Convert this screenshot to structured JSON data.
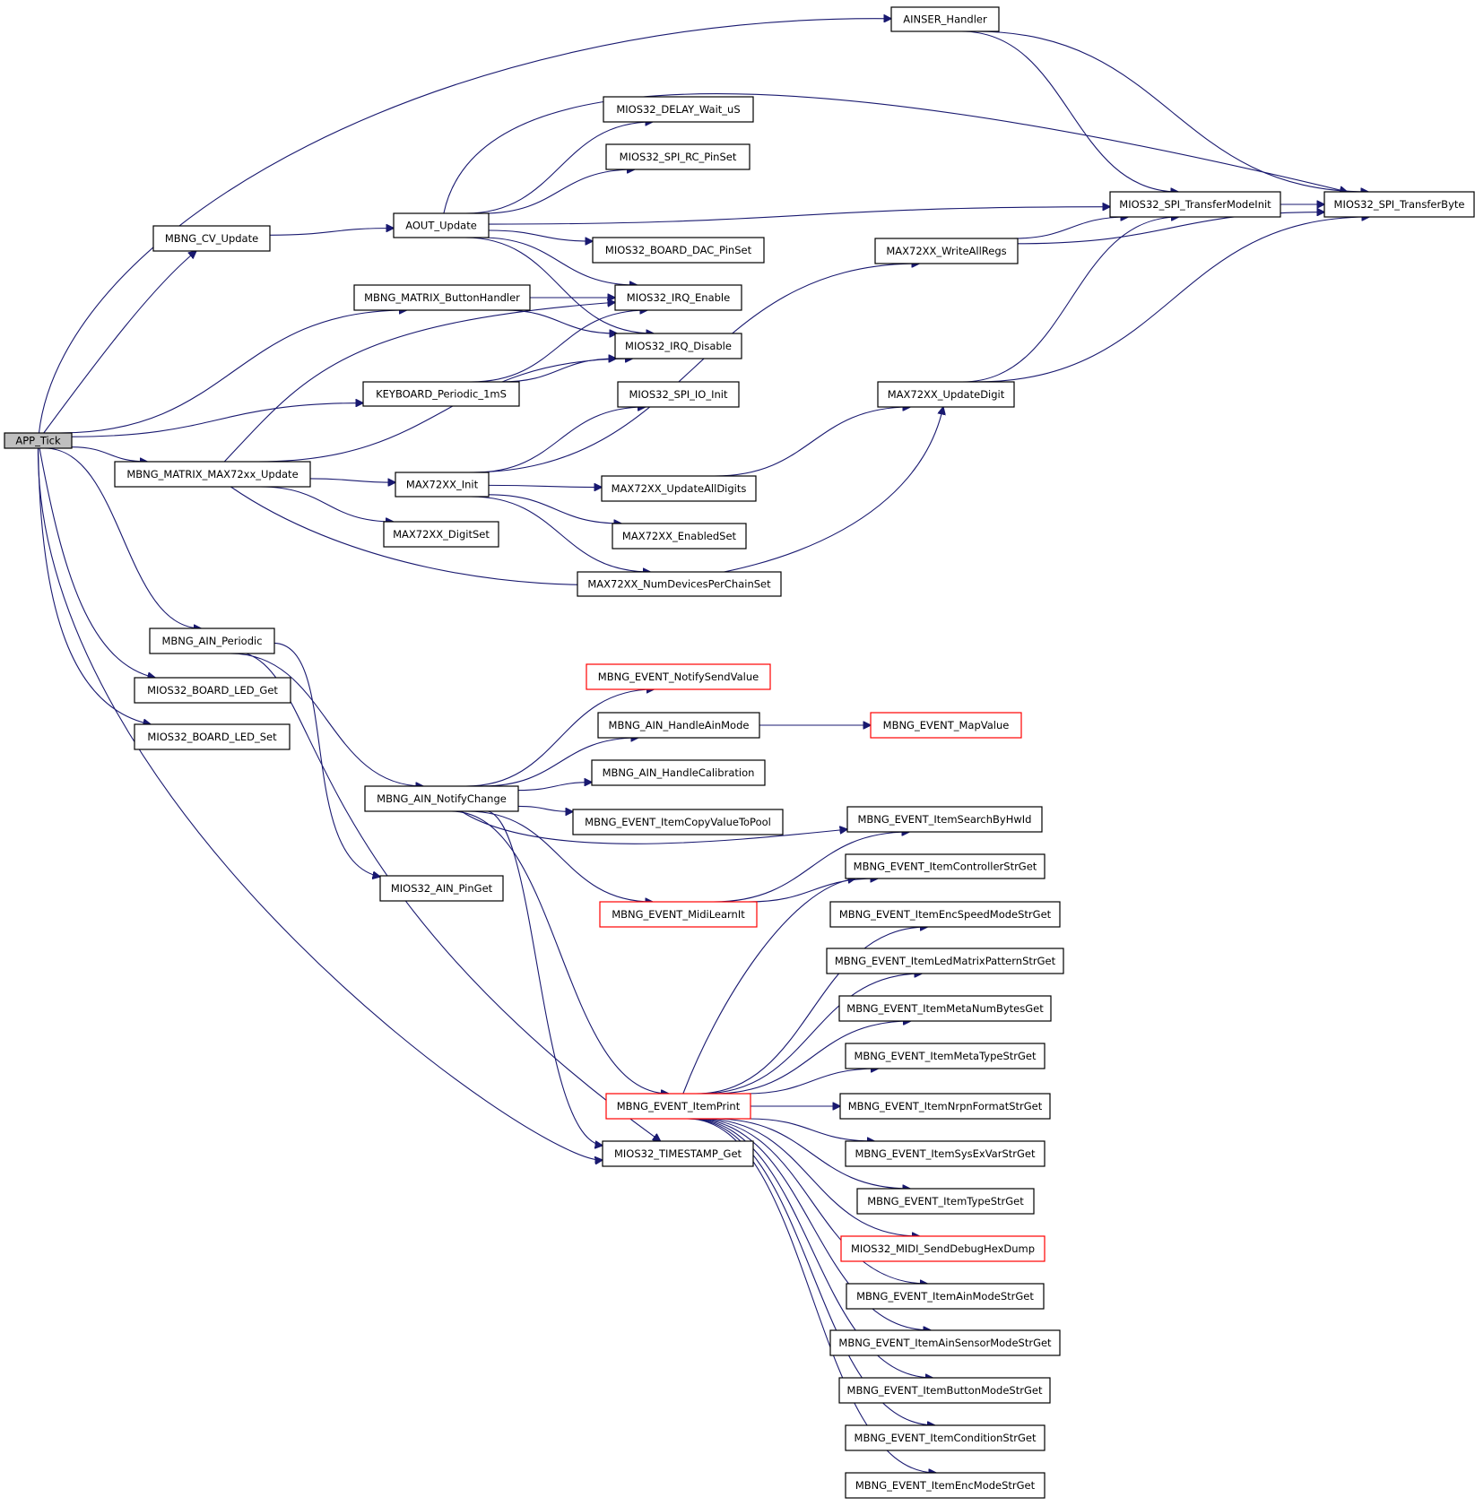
{
  "graph": {
    "root": "APP_Tick",
    "colors": {
      "edge": "#191970",
      "node_border": "#000000",
      "node_fill": "#ffffff",
      "root_fill": "#bfbfbf",
      "truncated_border": "#ff0000"
    },
    "nodes": [
      {
        "id": "app_tick",
        "label": "APP_Tick",
        "style": "root"
      },
      {
        "id": "ainser_handler",
        "label": "AINSER_Handler"
      },
      {
        "id": "mbng_cv_update",
        "label": "MBNG_CV_Update"
      },
      {
        "id": "aout_update",
        "label": "AOUT_Update"
      },
      {
        "id": "mios32_delay_wait_us",
        "label": "MIOS32_DELAY_Wait_uS"
      },
      {
        "id": "mios32_spi_rc_pinset",
        "label": "MIOS32_SPI_RC_PinSet"
      },
      {
        "id": "mios32_spi_transfermodeinit",
        "label": "MIOS32_SPI_TransferModeInit"
      },
      {
        "id": "mios32_spi_transferbyte",
        "label": "MIOS32_SPI_TransferByte"
      },
      {
        "id": "mios32_board_dac_pinset",
        "label": "MIOS32_BOARD_DAC_PinSet"
      },
      {
        "id": "max72xx_writeallregs",
        "label": "MAX72XX_WriteAllRegs"
      },
      {
        "id": "mbng_matrix_buttonhandler",
        "label": "MBNG_MATRIX_ButtonHandler"
      },
      {
        "id": "mios32_irq_enable",
        "label": "MIOS32_IRQ_Enable"
      },
      {
        "id": "mios32_irq_disable",
        "label": "MIOS32_IRQ_Disable"
      },
      {
        "id": "keyboard_periodic_1ms",
        "label": "KEYBOARD_Periodic_1mS"
      },
      {
        "id": "max72xx_updatedigit",
        "label": "MAX72XX_UpdateDigit"
      },
      {
        "id": "mios32_spi_io_init",
        "label": "MIOS32_SPI_IO_Init"
      },
      {
        "id": "mbng_matrix_max72xx_update",
        "label": "MBNG_MATRIX_MAX72xx_Update"
      },
      {
        "id": "max72xx_init",
        "label": "MAX72XX_Init"
      },
      {
        "id": "max72xx_updatealldigits",
        "label": "MAX72XX_UpdateAllDigits"
      },
      {
        "id": "max72xx_digitset",
        "label": "MAX72XX_DigitSet"
      },
      {
        "id": "max72xx_enabledset",
        "label": "MAX72XX_EnabledSet"
      },
      {
        "id": "max72xx_numdevicesperchainset",
        "label": "MAX72XX_NumDevicesPerChainSet"
      },
      {
        "id": "mbng_ain_periodic",
        "label": "MBNG_AIN_Periodic"
      },
      {
        "id": "mios32_board_led_get",
        "label": "MIOS32_BOARD_LED_Get"
      },
      {
        "id": "mios32_board_led_set",
        "label": "MIOS32_BOARD_LED_Set"
      },
      {
        "id": "mbng_event_notifysendvalue",
        "label": "MBNG_EVENT_NotifySendValue",
        "style": "truncated"
      },
      {
        "id": "mbng_ain_handleainmode",
        "label": "MBNG_AIN_HandleAinMode"
      },
      {
        "id": "mbng_event_mapvalue",
        "label": "MBNG_EVENT_MapValue",
        "style": "truncated"
      },
      {
        "id": "mbng_ain_handlecalibration",
        "label": "MBNG_AIN_HandleCalibration"
      },
      {
        "id": "mbng_ain_notifychange",
        "label": "MBNG_AIN_NotifyChange"
      },
      {
        "id": "mbng_event_itemcopyvaluetopool",
        "label": "MBNG_EVENT_ItemCopyValueToPool"
      },
      {
        "id": "mbng_event_itemsearchbyhwid",
        "label": "MBNG_EVENT_ItemSearchByHwId"
      },
      {
        "id": "mios32_ain_pinget",
        "label": "MIOS32_AIN_PinGet"
      },
      {
        "id": "mbng_event_itemcontrollerstrget",
        "label": "MBNG_EVENT_ItemControllerStrGet"
      },
      {
        "id": "mbng_event_midilearnit",
        "label": "MBNG_EVENT_MidiLearnIt",
        "style": "truncated"
      },
      {
        "id": "mbng_event_itemencspeedmodestrget",
        "label": "MBNG_EVENT_ItemEncSpeedModeStrGet"
      },
      {
        "id": "mbng_event_itemledmatrixpatternstrget",
        "label": "MBNG_EVENT_ItemLedMatrixPatternStrGet"
      },
      {
        "id": "mbng_event_itemmetanumbytesget",
        "label": "MBNG_EVENT_ItemMetaNumBytesGet"
      },
      {
        "id": "mbng_event_itemmetatypestrget",
        "label": "MBNG_EVENT_ItemMetaTypeStrGet"
      },
      {
        "id": "mbng_event_itemprint",
        "label": "MBNG_EVENT_ItemPrint",
        "style": "truncated"
      },
      {
        "id": "mbng_event_itemnrpnformatstrget",
        "label": "MBNG_EVENT_ItemNrpnFormatStrGet"
      },
      {
        "id": "mios32_timestamp_get",
        "label": "MIOS32_TIMESTAMP_Get"
      },
      {
        "id": "mbng_event_itemsysexvarstrget",
        "label": "MBNG_EVENT_ItemSysExVarStrGet"
      },
      {
        "id": "mbng_event_itemtypestrget",
        "label": "MBNG_EVENT_ItemTypeStrGet"
      },
      {
        "id": "mios32_midi_senddebughexdump",
        "label": "MIOS32_MIDI_SendDebugHexDump",
        "style": "truncated"
      },
      {
        "id": "mbng_event_itemainmodestrget",
        "label": "MBNG_EVENT_ItemAinModeStrGet"
      },
      {
        "id": "mbng_event_itemainsensormodestrget",
        "label": "MBNG_EVENT_ItemAinSensorModeStrGet"
      },
      {
        "id": "mbng_event_itembuttonmodestrget",
        "label": "MBNG_EVENT_ItemButtonModeStrGet"
      },
      {
        "id": "mbng_event_itemconditionstrget",
        "label": "MBNG_EVENT_ItemConditionStrGet"
      },
      {
        "id": "mbng_event_itemencmodestrget",
        "label": "MBNG_EVENT_ItemEncModeStrGet"
      }
    ],
    "edges": [
      [
        "app_tick",
        "ainser_handler"
      ],
      [
        "app_tick",
        "mbng_cv_update"
      ],
      [
        "app_tick",
        "mbng_matrix_buttonhandler"
      ],
      [
        "app_tick",
        "keyboard_periodic_1ms"
      ],
      [
        "app_tick",
        "mbng_matrix_max72xx_update"
      ],
      [
        "app_tick",
        "mbng_ain_periodic"
      ],
      [
        "app_tick",
        "mios32_board_led_get"
      ],
      [
        "app_tick",
        "mios32_board_led_set"
      ],
      [
        "app_tick",
        "mios32_timestamp_get"
      ],
      [
        "ainser_handler",
        "mios32_spi_transfermodeinit"
      ],
      [
        "ainser_handler",
        "mios32_spi_transferbyte"
      ],
      [
        "mbng_cv_update",
        "aout_update"
      ],
      [
        "aout_update",
        "mios32_delay_wait_us"
      ],
      [
        "aout_update",
        "mios32_spi_rc_pinset"
      ],
      [
        "aout_update",
        "mios32_spi_transfermodeinit"
      ],
      [
        "aout_update",
        "mios32_spi_transferbyte"
      ],
      [
        "aout_update",
        "mios32_board_dac_pinset"
      ],
      [
        "aout_update",
        "mios32_irq_enable"
      ],
      [
        "aout_update",
        "mios32_irq_disable"
      ],
      [
        "mios32_spi_transfermodeinit",
        "mios32_spi_transferbyte"
      ],
      [
        "max72xx_writeallregs",
        "mios32_spi_transfermodeinit"
      ],
      [
        "max72xx_writeallregs",
        "mios32_spi_transferbyte"
      ],
      [
        "mbng_matrix_buttonhandler",
        "mios32_irq_enable"
      ],
      [
        "mbng_matrix_buttonhandler",
        "mios32_irq_disable"
      ],
      [
        "keyboard_periodic_1ms",
        "mios32_irq_enable"
      ],
      [
        "keyboard_periodic_1ms",
        "mios32_irq_disable"
      ],
      [
        "max72xx_updatedigit",
        "mios32_spi_transfermodeinit"
      ],
      [
        "max72xx_updatedigit",
        "mios32_spi_transferbyte"
      ],
      [
        "mbng_matrix_max72xx_update",
        "mios32_irq_enable"
      ],
      [
        "mbng_matrix_max72xx_update",
        "mios32_irq_disable"
      ],
      [
        "mbng_matrix_max72xx_update",
        "max72xx_init"
      ],
      [
        "mbng_matrix_max72xx_update",
        "max72xx_digitset"
      ],
      [
        "mbng_matrix_max72xx_update",
        "max72xx_updatedigit"
      ],
      [
        "max72xx_init",
        "mios32_spi_io_init"
      ],
      [
        "max72xx_init",
        "max72xx_writeallregs"
      ],
      [
        "max72xx_init",
        "max72xx_updatealldigits"
      ],
      [
        "max72xx_init",
        "max72xx_enabledset"
      ],
      [
        "max72xx_init",
        "max72xx_numdevicesperchainset"
      ],
      [
        "max72xx_updatealldigits",
        "max72xx_updatedigit"
      ],
      [
        "mbng_ain_periodic",
        "mbng_ain_notifychange"
      ],
      [
        "mbng_ain_periodic",
        "mios32_ain_pinget"
      ],
      [
        "mbng_ain_periodic",
        "mios32_timestamp_get"
      ],
      [
        "mbng_ain_notifychange",
        "mbng_event_notifysendvalue"
      ],
      [
        "mbng_ain_notifychange",
        "mbng_ain_handleainmode"
      ],
      [
        "mbng_ain_notifychange",
        "mbng_ain_handlecalibration"
      ],
      [
        "mbng_ain_notifychange",
        "mbng_event_itemcopyvaluetopool"
      ],
      [
        "mbng_ain_notifychange",
        "mbng_event_itemsearchbyhwid"
      ],
      [
        "mbng_ain_notifychange",
        "mbng_event_midilearnit"
      ],
      [
        "mbng_ain_notifychange",
        "mbng_event_itemprint"
      ],
      [
        "mbng_ain_notifychange",
        "mios32_timestamp_get"
      ],
      [
        "mbng_ain_handleainmode",
        "mbng_event_mapvalue"
      ],
      [
        "mbng_event_midilearnit",
        "mbng_event_itemsearchbyhwid"
      ],
      [
        "mbng_event_midilearnit",
        "mbng_event_itemcontrollerstrget"
      ],
      [
        "mbng_event_itemprint",
        "mbng_event_itemcontrollerstrget"
      ],
      [
        "mbng_event_itemprint",
        "mbng_event_itemencspeedmodestrget"
      ],
      [
        "mbng_event_itemprint",
        "mbng_event_itemledmatrixpatternstrget"
      ],
      [
        "mbng_event_itemprint",
        "mbng_event_itemmetanumbytesget"
      ],
      [
        "mbng_event_itemprint",
        "mbng_event_itemmetatypestrget"
      ],
      [
        "mbng_event_itemprint",
        "mbng_event_itemnrpnformatstrget"
      ],
      [
        "mbng_event_itemprint",
        "mbng_event_itemsysexvarstrget"
      ],
      [
        "mbng_event_itemprint",
        "mbng_event_itemtypestrget"
      ],
      [
        "mbng_event_itemprint",
        "mios32_midi_senddebughexdump"
      ],
      [
        "mbng_event_itemprint",
        "mbng_event_itemainmodestrget"
      ],
      [
        "mbng_event_itemprint",
        "mbng_event_itemainsensormodestrget"
      ],
      [
        "mbng_event_itemprint",
        "mbng_event_itembuttonmodestrget"
      ],
      [
        "mbng_event_itemprint",
        "mbng_event_itemconditionstrget"
      ],
      [
        "mbng_event_itemprint",
        "mbng_event_itemencmodestrget"
      ]
    ]
  }
}
